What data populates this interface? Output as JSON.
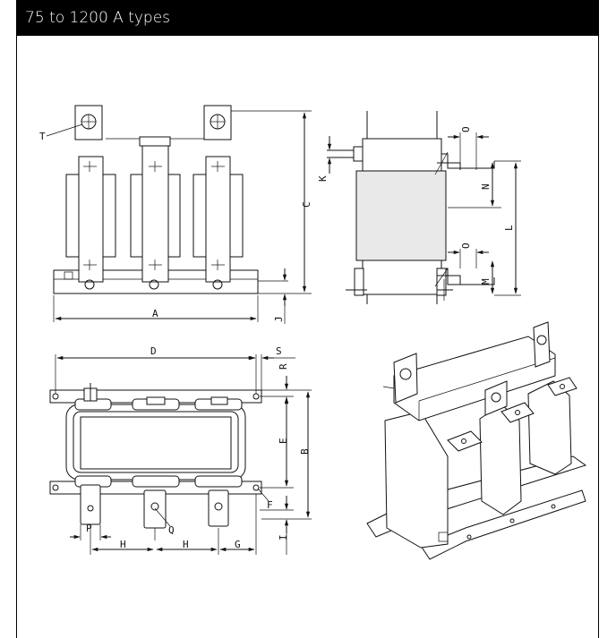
{
  "header": {
    "title": "75 to 1200 A types"
  },
  "dims": {
    "T": "T",
    "C": "C",
    "A": "A",
    "J": "J",
    "K": "K",
    "O": "O",
    "N": "N",
    "L": "L",
    "M": "M",
    "D": "D",
    "S": "S",
    "R": "R",
    "E": "E",
    "B": "B",
    "F": "F",
    "P": "P",
    "Q": "Q",
    "H": "H",
    "G": "G",
    "I": "I"
  },
  "colors": {
    "header_bg": "#000000",
    "header_text": "#ffffff",
    "line": "#111111"
  }
}
